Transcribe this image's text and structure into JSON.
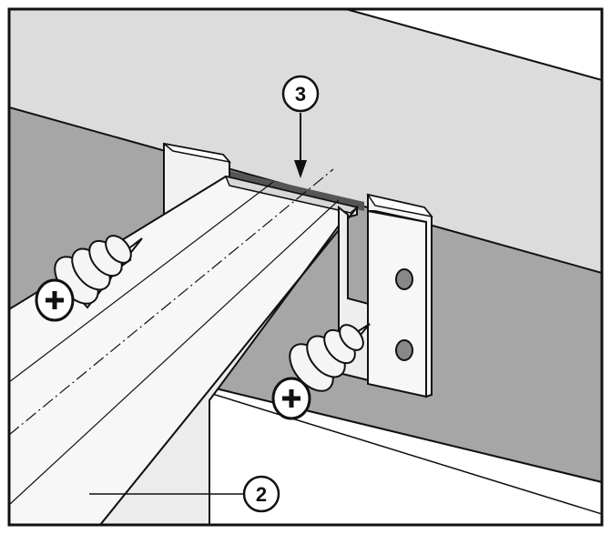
{
  "colors": {
    "background": "#ffffff",
    "frame": "#111111",
    "upper_surface": "#dcdcdc",
    "wall_face": "#a6a6a6",
    "rail": "#f5f5f5",
    "bracket": "#f2f2f2",
    "outline": "#111111"
  },
  "callouts": [
    {
      "id": "3",
      "label": "3"
    },
    {
      "id": "2",
      "label": "2"
    }
  ],
  "parts": {
    "rail": "rail",
    "bracket_left": "bracket",
    "bracket_right": "bracket",
    "screw_left": "screw-icon",
    "screw_right": "screw-icon"
  }
}
